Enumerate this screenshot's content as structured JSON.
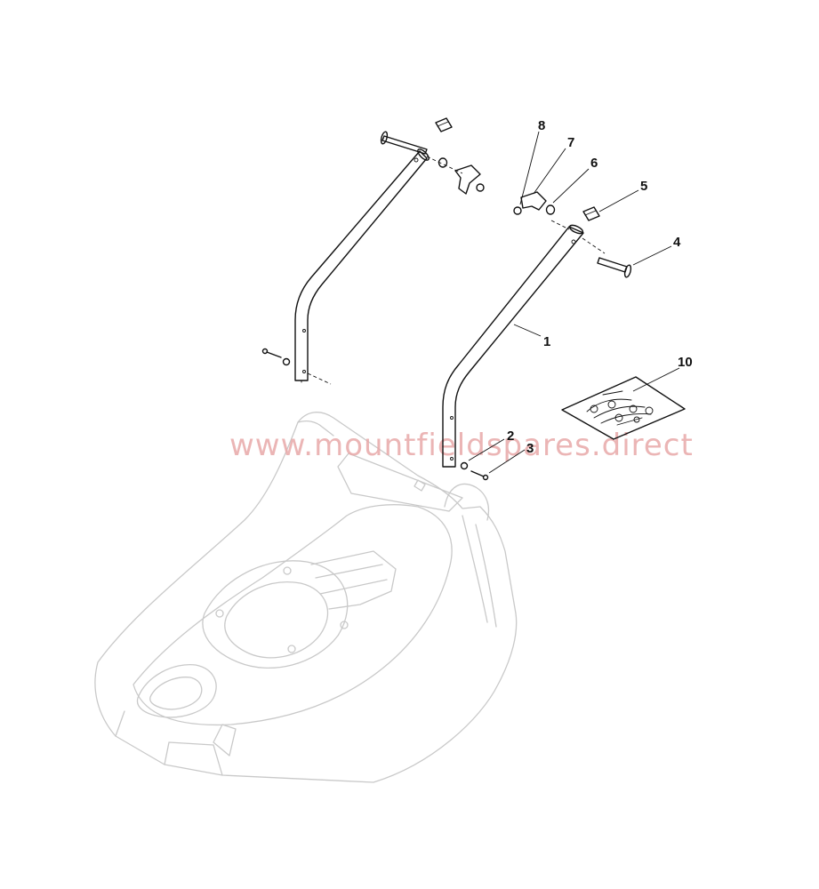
{
  "callouts": [
    {
      "num": "1"
    },
    {
      "num": "2"
    },
    {
      "num": "3"
    },
    {
      "num": "4"
    },
    {
      "num": "5"
    },
    {
      "num": "6"
    },
    {
      "num": "7"
    },
    {
      "num": "8"
    },
    {
      "num": "10"
    }
  ],
  "watermark": "www.mountfieldspares.direct",
  "colors": {
    "line": "#111111",
    "deck_line": "#c9c9c9",
    "watermark": "#e8a8a8",
    "background": "#ffffff"
  }
}
